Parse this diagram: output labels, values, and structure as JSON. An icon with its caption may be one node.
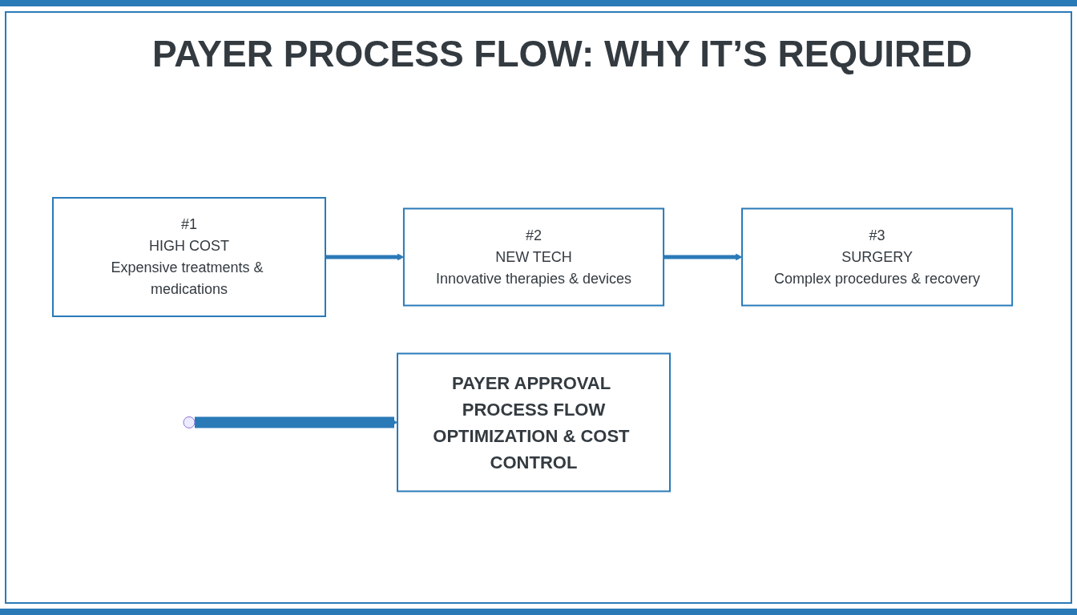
{
  "diagram": {
    "title": "PAYER PROCESS FLOW: WHY IT’S REQUIRED",
    "nodes": [
      {
        "text": [
          "#1",
          "HIGH COST",
          "Expensive treatments & medications"
        ]
      },
      {
        "text": [
          "#2",
          "NEW TECH",
          "Innovative therapies & devices"
        ]
      },
      {
        "text": [
          "#3",
          "SURGERY",
          "Complex procedures & recovery"
        ]
      },
      {
        "text": [
          "PAYER APPROVAL PROCESS FLOW",
          "OPTIMIZATION & COST CONTROL"
        ]
      }
    ],
    "edges": [
      {
        "from": 0,
        "to": 1,
        "arrow": "to"
      },
      {
        "from": 1,
        "to": 2,
        "arrow": "to"
      },
      {
        "from": null,
        "to": 3,
        "arrow": "to",
        "style": "thick"
      }
    ]
  }
}
